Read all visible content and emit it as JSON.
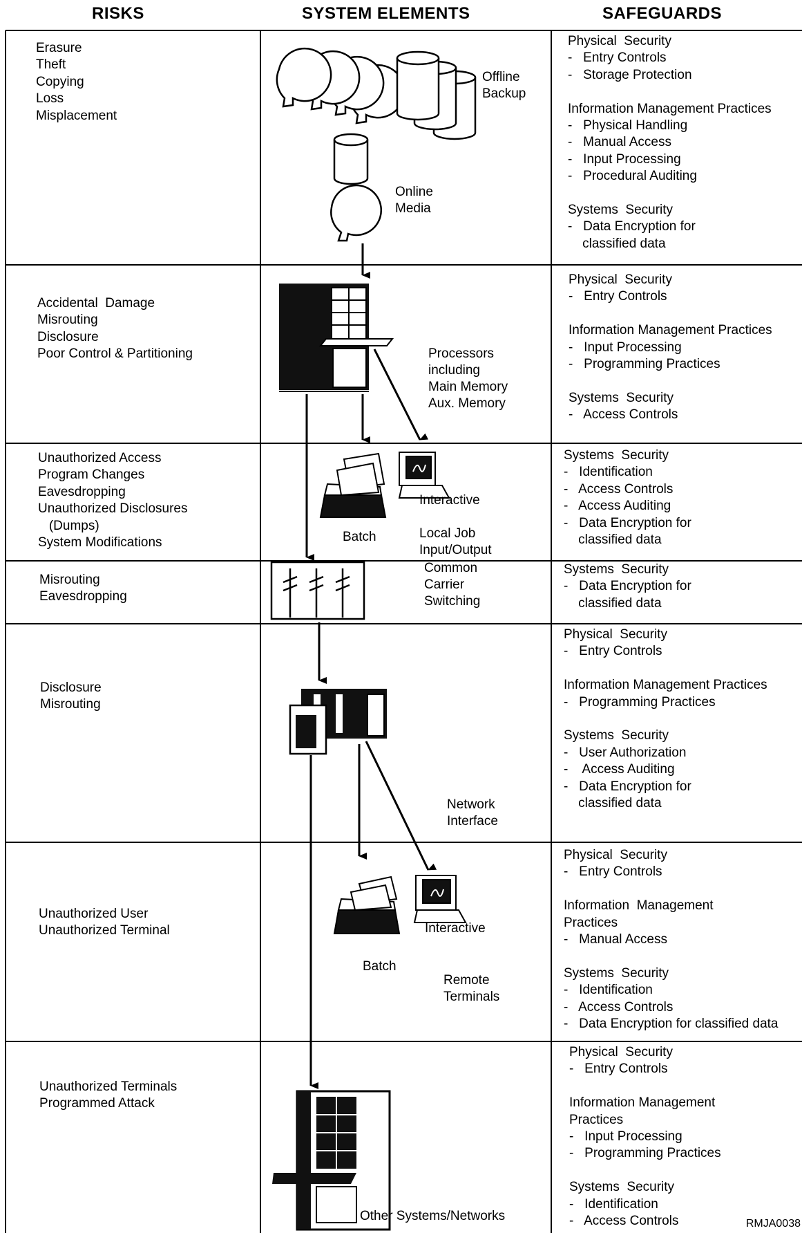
{
  "headers": {
    "risks": "RISKS",
    "elements": "SYSTEM ELEMENTS",
    "safeguards": "SAFEGUARDS"
  },
  "rows": [
    {
      "risks": "Erasure\nTheft\nCopying\nLoss\nMisplacement",
      "safeguards": "Physical  Security\n-   Entry Controls\n-   Storage Protection\n\nInformation Management Practices\n-   Physical Handling\n-   Manual Access\n-   Input Processing\n-   Procedural Auditing\n\nSystems  Security\n-   Data Encryption for\n    classified data"
    },
    {
      "risks": "Accidental  Damage\nMisrouting\nDisclosure\nPoor Control & Partitioning",
      "safeguards": "Physical  Security\n-   Entry Controls\n\nInformation Management Practices\n-   Input Processing\n-   Programming Practices\n\nSystems  Security\n-   Access Controls"
    },
    {
      "risks": "Unauthorized Access\nProgram Changes\nEavesdropping\nUnauthorized Disclosures\n   (Dumps)\nSystem Modifications",
      "safeguards": "Systems  Security\n-   Identification\n-   Access Controls\n-   Access Auditing\n-   Data Encryption for\n    classified data"
    },
    {
      "risks": "Misrouting\nEavesdropping",
      "safeguards": "Systems  Security\n-   Data Encryption for\n    classified data"
    },
    {
      "risks": "Disclosure\nMisrouting",
      "safeguards": "Physical  Security\n-   Entry Controls\n\nInformation Management Practices\n-   Programming Practices\n\nSystems  Security\n-   User Authorization\n-    Access Auditing\n-   Data Encryption for\n    classified data"
    },
    {
      "risks": "Unauthorized User\nUnauthorized Terminal",
      "safeguards": "Physical  Security\n-   Entry Controls\n\nInformation  Management\nPractices\n-   Manual Access\n\nSystems  Security\n-   Identification\n-   Access Controls\n-   Data Encryption for classified data"
    },
    {
      "risks": "Unauthorized Terminals\nProgrammed Attack",
      "safeguards": "Physical  Security\n-   Entry Controls\n\nInformation Management\nPractices\n-   Input Processing\n-   Programming Practices\n\nSystems  Security\n-   Identification\n-   Access Controls"
    }
  ],
  "elements": {
    "offline_backup": "Offline\nBackup",
    "online_media": "Online\nMedia",
    "processors": "Processors\nincluding\nMain Memory\nAux. Memory",
    "interactive_local": "Interactive",
    "batch_local": "Batch",
    "local_job": "Local Job\nInput/Output",
    "common_carrier": "Common\nCarrier\nSwitching",
    "network_interface": "Network\nInterface",
    "interactive_remote": "Interactive",
    "batch_remote": "Batch",
    "remote_terminals": "Remote\nTerminals",
    "other_systems": "Other Systems/Networks"
  },
  "figure_id": "RMJA0038"
}
